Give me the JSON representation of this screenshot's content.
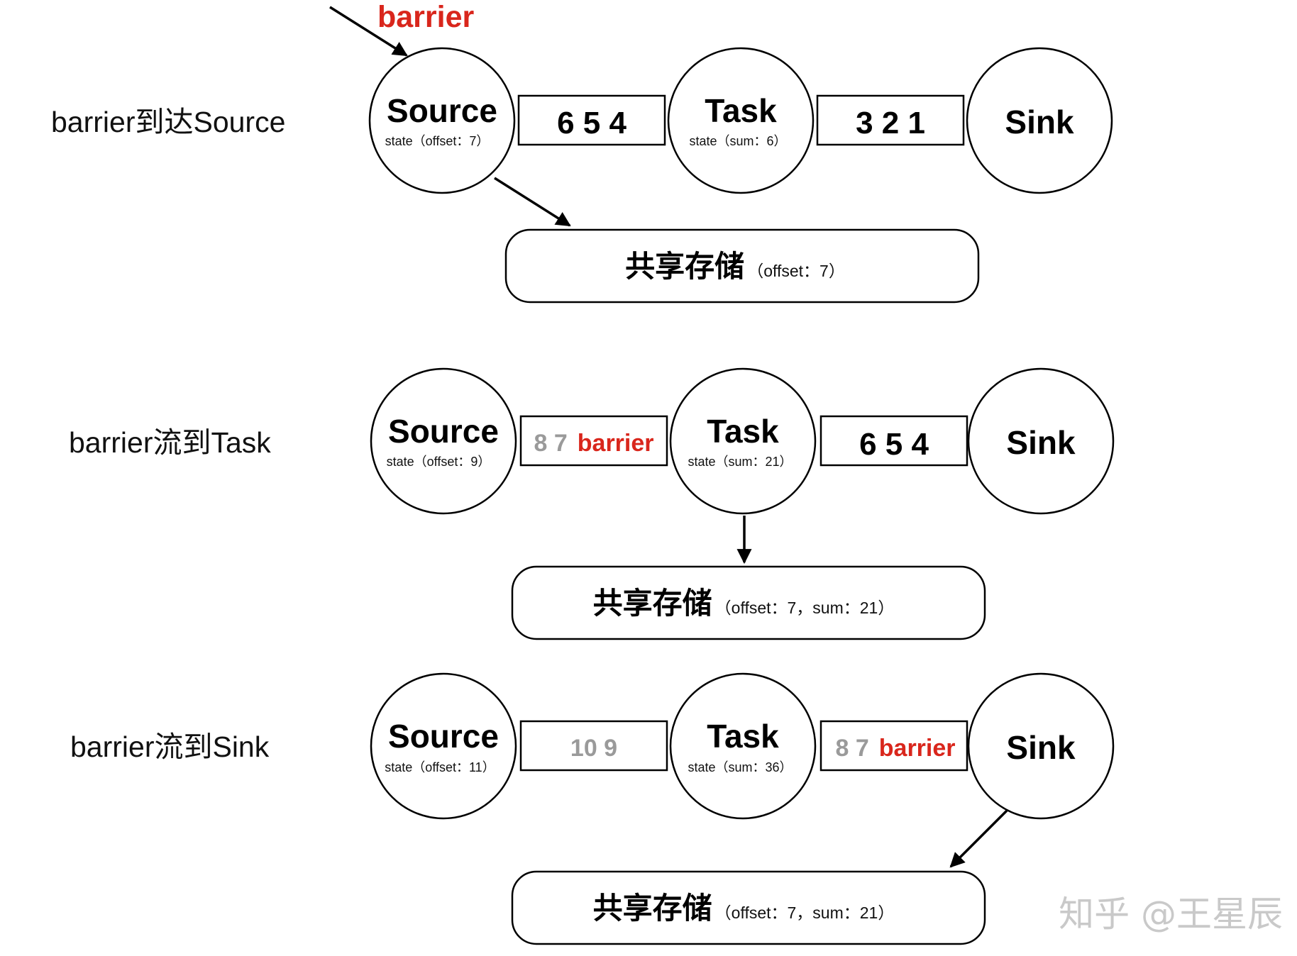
{
  "colors": {
    "accent_red": "#d9261c",
    "faded_grey": "#9a9a9a"
  },
  "barrier_tag": "barrier",
  "watermark": "知乎 @王星辰",
  "rows": [
    {
      "label": "barrier到达Source",
      "source": {
        "name": "Source",
        "state": "state（offset：7）"
      },
      "buffer1": {
        "faded": "",
        "numbers": "6 5 4",
        "barrier": ""
      },
      "task": {
        "name": "Task",
        "state": "state（sum：6）"
      },
      "buffer2": {
        "faded": "",
        "numbers": "3 2 1",
        "barrier": ""
      },
      "sink": {
        "name": "Sink"
      },
      "storage": {
        "title": "共享存储",
        "state": "（offset：7）"
      }
    },
    {
      "label": "barrier流到Task",
      "source": {
        "name": "Source",
        "state": "state（offset：9）"
      },
      "buffer1": {
        "faded": "8 7",
        "numbers": "",
        "barrier": "barrier"
      },
      "task": {
        "name": "Task",
        "state": "state（sum：21）"
      },
      "buffer2": {
        "faded": "",
        "numbers": "6 5 4",
        "barrier": ""
      },
      "sink": {
        "name": "Sink"
      },
      "storage": {
        "title": "共享存储",
        "state": "（offset：7，sum：21）"
      }
    },
    {
      "label": "barrier流到Sink",
      "source": {
        "name": "Source",
        "state": "state（offset：11）"
      },
      "buffer1": {
        "faded": "10 9",
        "numbers": "",
        "barrier": ""
      },
      "task": {
        "name": "Task",
        "state": "state（sum：36）"
      },
      "buffer2": {
        "faded": "8 7",
        "numbers": "",
        "barrier": "barrier"
      },
      "sink": {
        "name": "Sink"
      },
      "storage": {
        "title": "共享存储",
        "state": "（offset：7，sum：21）"
      }
    }
  ]
}
